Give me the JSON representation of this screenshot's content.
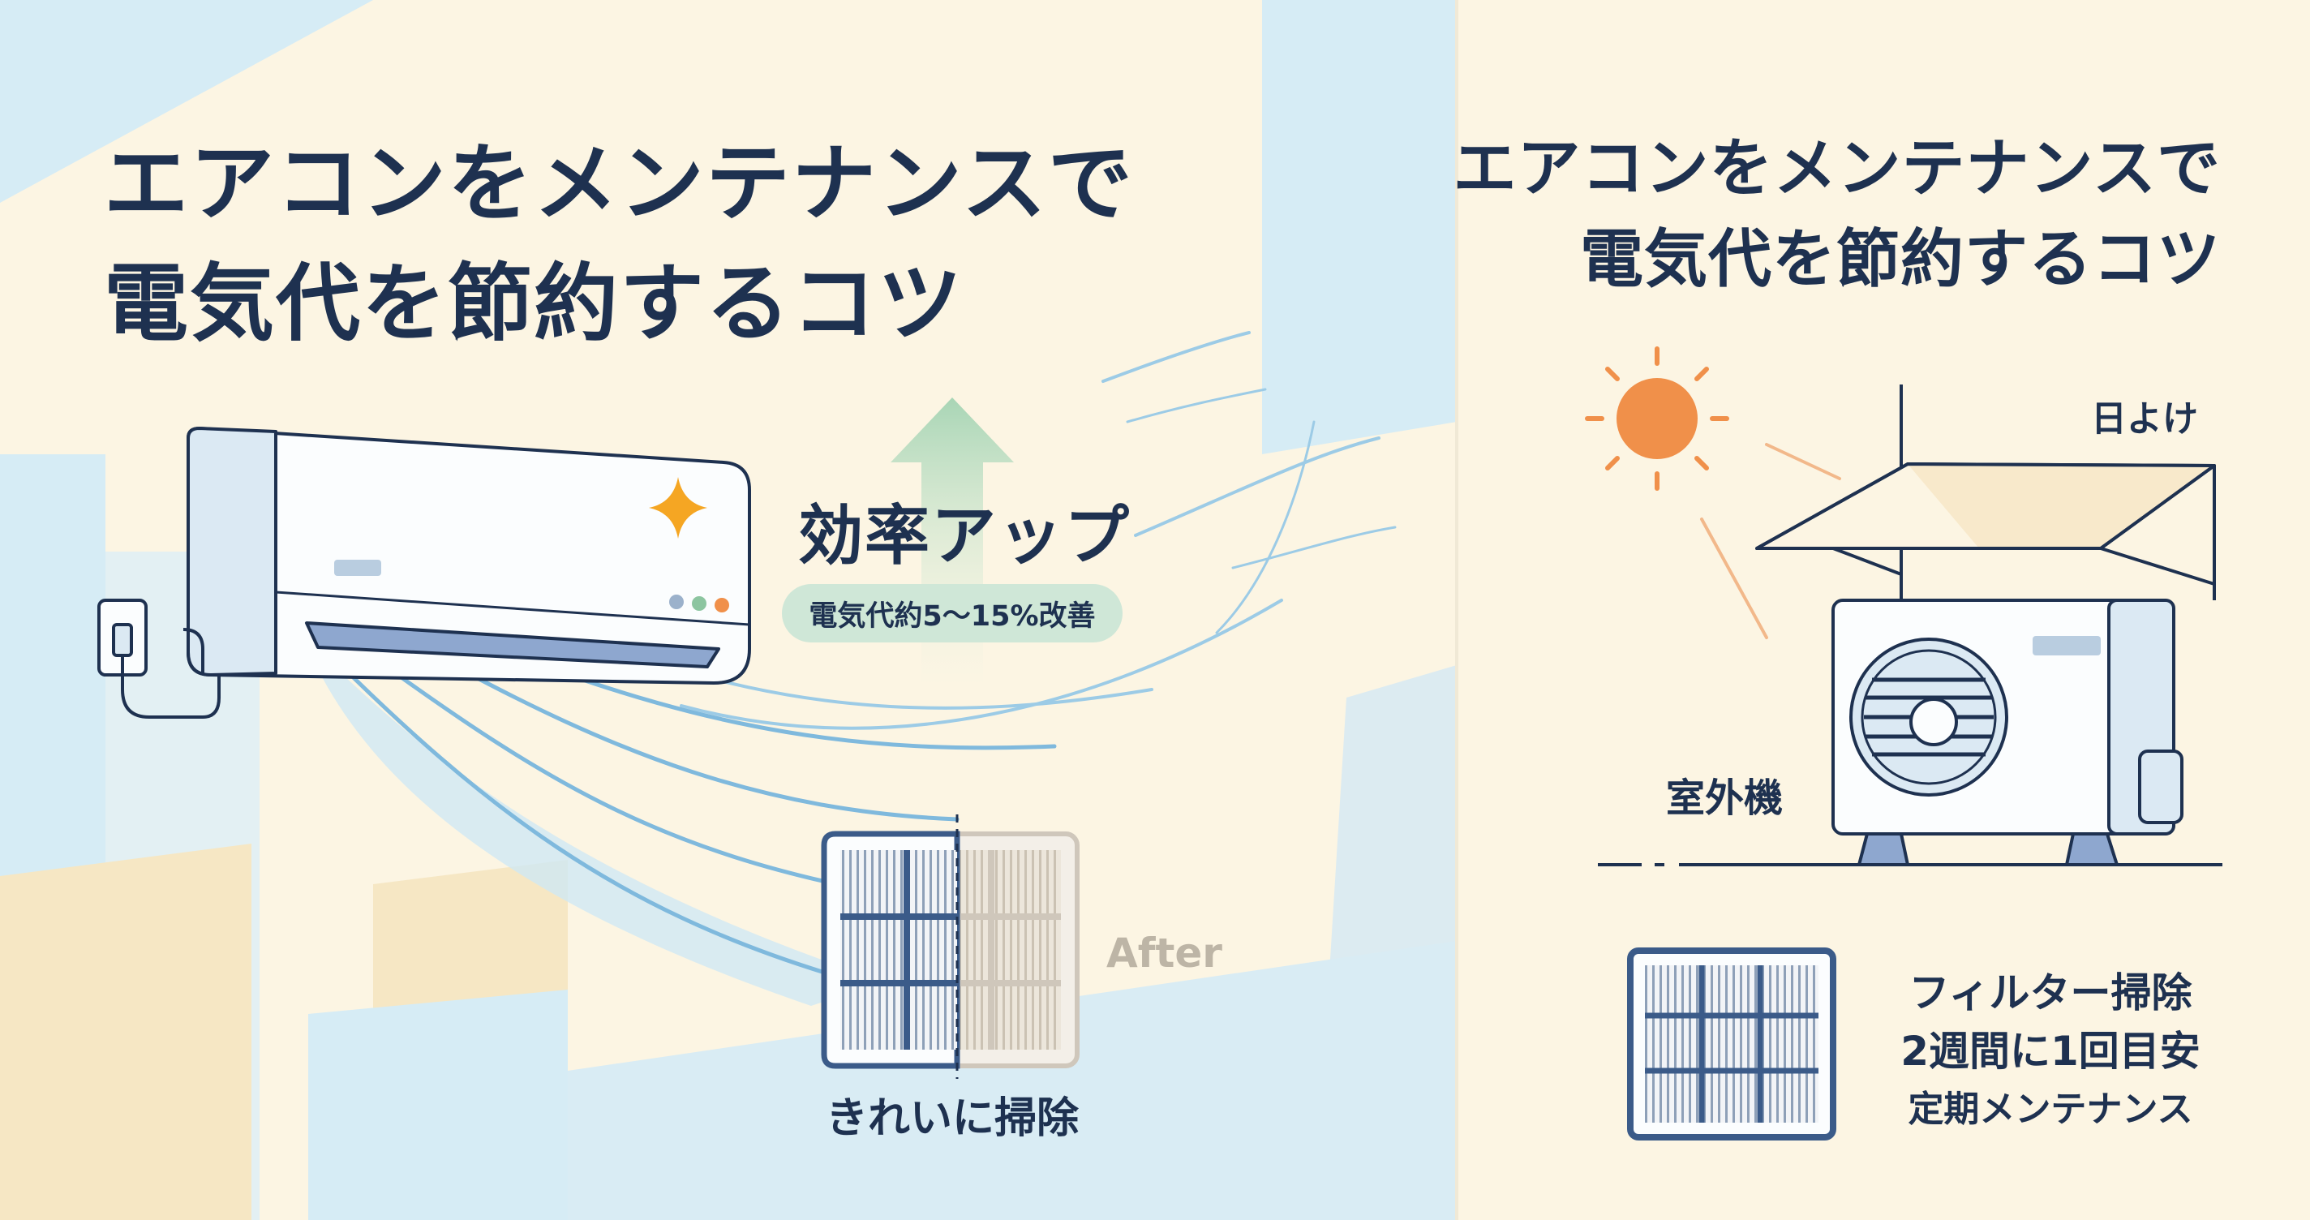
{
  "title_left": {
    "line1": "エアコンをメンテナンスで",
    "line2": "電気代を節約するコツ"
  },
  "title_right": {
    "line1": "エアコンをメンテナンスで",
    "line2": "電気代を節約するコツ"
  },
  "efficiency": {
    "label": "効率アップ",
    "badge": "電気代約5〜15%改善"
  },
  "filter_compare": {
    "after_label": "After",
    "caption": "きれいに掃除"
  },
  "outdoor": {
    "shade_label": "日よけ",
    "unit_label": "室外機"
  },
  "filter_tips": {
    "line1": "フィルター掃除",
    "line2": "2週間に1回目安",
    "line3": "定期メンテナンス"
  },
  "colors": {
    "navy": "#1e3150",
    "cream": "#fcf5e3",
    "sky": "#d6ecf5",
    "mint": "#cfe7d7",
    "sun": "#f0904a",
    "spark": "#f5a623",
    "filter_frame": "#3b5b89"
  },
  "icons": [
    "sparkle-icon",
    "sun-icon",
    "up-arrow-icon",
    "power-plug-icon",
    "air-filter-icon"
  ]
}
